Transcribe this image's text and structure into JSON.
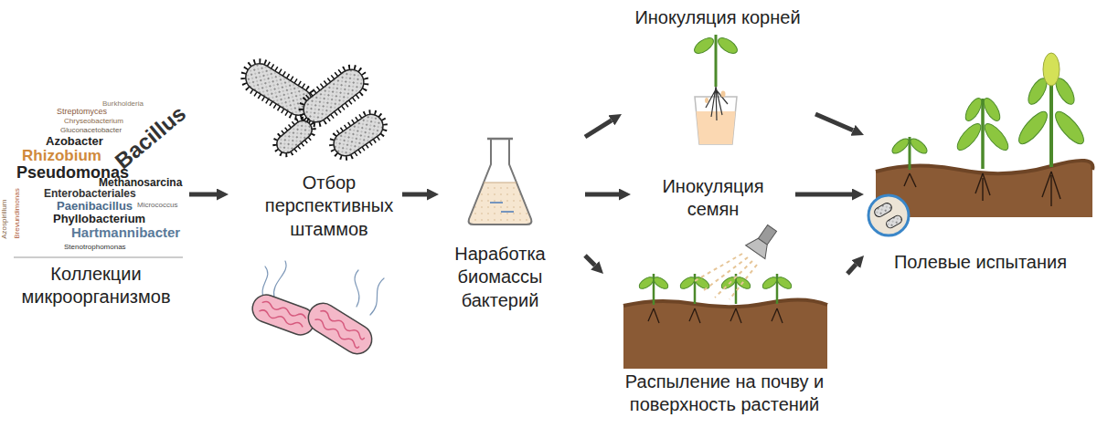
{
  "diagram": {
    "nodes": [
      {
        "text": [
          "Коллекции микроорганизмов"
        ]
      },
      {
        "text": [
          "Отбор перспективных штаммов"
        ]
      },
      {
        "text": [
          "Наработка биомассы бактерий"
        ]
      },
      {
        "text": [
          "Инокуляция корней"
        ]
      },
      {
        "text": [
          "Инокуляция семян"
        ]
      },
      {
        "text": [
          "Распыление на почву и поверхность растений"
        ]
      },
      {
        "text": [
          "Полевые испытания"
        ]
      }
    ],
    "edges": [
      {
        "from": 0,
        "to": 1,
        "arrow": "to"
      },
      {
        "from": 1,
        "to": 2,
        "arrow": "to"
      },
      {
        "from": 2,
        "to": 3,
        "arrow": "to"
      },
      {
        "from": 2,
        "to": 4,
        "arrow": "to"
      },
      {
        "from": 2,
        "to": 5,
        "arrow": "to"
      },
      {
        "from": 3,
        "to": 6,
        "arrow": "to"
      },
      {
        "from": 4,
        "to": 6,
        "arrow": "to"
      },
      {
        "from": 5,
        "to": 6,
        "arrow": "to"
      }
    ],
    "labels": [
      "Streptomyces",
      "Chryseobacterium",
      "Gluconacetobacter",
      "Burkholderia",
      "Azobacter",
      "Rhizobium",
      "Bacillus",
      "Pseudomonas",
      "Methanosarcina",
      "Enterobacteriales",
      "Paenibacillus",
      "Micrococcus",
      "Phyllobacterium",
      "Hartmannibacter",
      "Stenotrophomonas",
      "Azospirillum",
      "Brevundimonas"
    ]
  }
}
